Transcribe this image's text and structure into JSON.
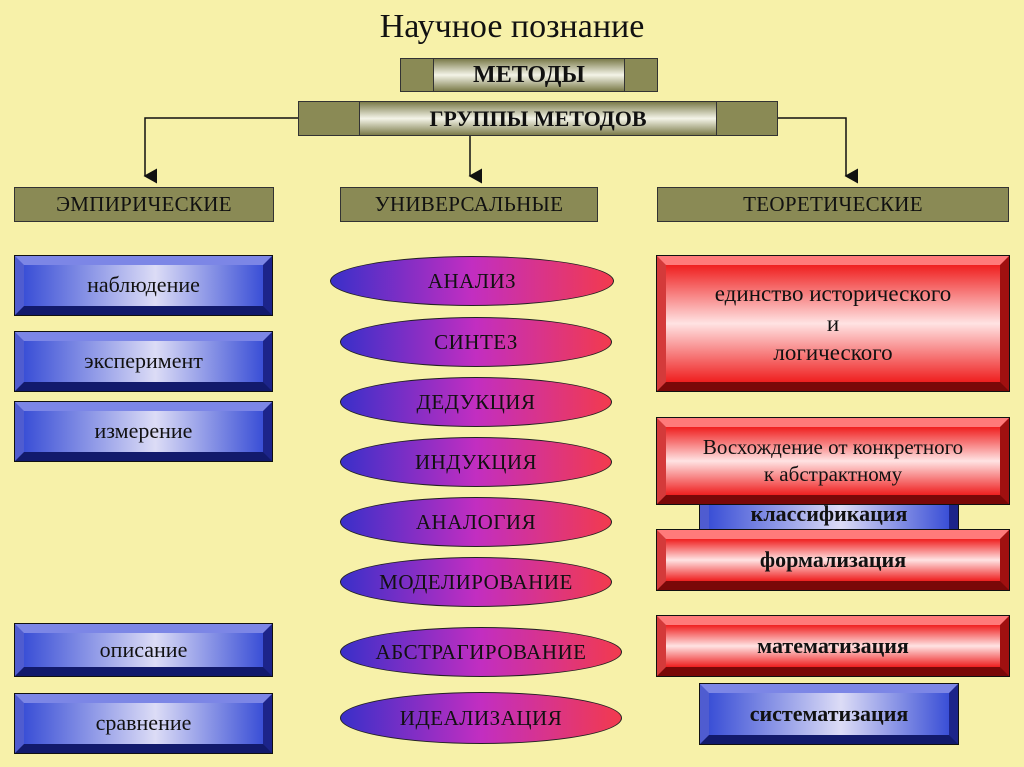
{
  "title": "Научное познание",
  "methods_label": "МЕТОДЫ",
  "groups_label": "ГРУППЫ МЕТОДОВ",
  "groups": {
    "empirical": "ЭМПИРИЧЕСКИЕ",
    "universal": "УНИВЕРСАЛЬНЫЕ",
    "theoretical": "ТЕОРЕТИЧЕСКИЕ"
  },
  "empirical_items": [
    "наблюдение",
    "эксперимент",
    "измерение",
    "описание",
    "сравнение"
  ],
  "universal_items": [
    "АНАЛИЗ",
    "СИНТЕЗ",
    "ДЕДУКЦИЯ",
    "ИНДУКЦИЯ",
    "АНАЛОГИЯ",
    "МОДЕЛИРОВАНИЕ",
    "АБСТРАГИРОВАНИЕ",
    "ИДЕАЛИЗАЦИЯ"
  ],
  "theoretical_items": {
    "unity_line1": "единство исторического",
    "unity_line2": "и",
    "unity_line3": "логического",
    "ascent_line1": "Восхождение от конкретного",
    "ascent_line2": "к абстрактному",
    "classification": "классификация",
    "formalization": "формализация",
    "mathematization": "математизация",
    "systematization": "систематизация"
  },
  "colors": {
    "background": "#f7f1a9",
    "header": "#8a8a55",
    "blue": "#3a4fd6",
    "red": "#ef1f1f",
    "ellipse_left": "#3a2fc9",
    "ellipse_right": "#f23a4e"
  }
}
